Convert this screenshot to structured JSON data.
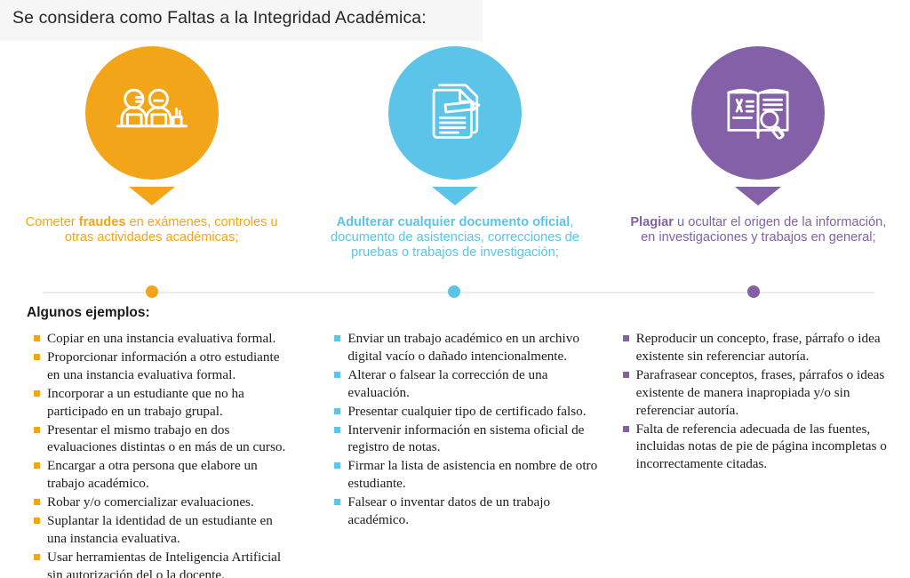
{
  "header": {
    "title": "Se considera como Faltas a la Integridad Académica:",
    "band_color": "#f6f6f6"
  },
  "colors": {
    "orange": "#f3a51a",
    "blue": "#5bc4e8",
    "purple": "#8460a8",
    "divider": "#ececec",
    "text": "#1c1c1c"
  },
  "examples_title": "Algunos ejemplos:",
  "columns": [
    {
      "color": "#f3a51a",
      "icon_name": "two-people-at-desk-icon",
      "caption_bold": "fraudes",
      "caption_pre": "Cometer ",
      "caption_post": " en exámenes, controles u otras actividades académicas;",
      "items": [
        "Copiar en una instancia evaluativa formal.",
        "Proporcionar información a otro estudiante en una instancia evaluativa formal.",
        "Incorporar a un estudiante que no ha participado en un trabajo grupal.",
        "Presentar el mismo trabajo en dos evaluaciones distintas o en más de un curso.",
        "Encargar a otra persona que elabore un trabajo académico.",
        "Robar y/o comercializar evaluaciones.",
        "Suplantar la identidad de un estudiante en una instancia evaluativa.",
        "Usar herramientas de Inteligencia Artificial sin autorización del o la docente."
      ]
    },
    {
      "color": "#5bc4e8",
      "icon_name": "document-pencil-icon",
      "caption_bold": "Adulterar cualquier documento oficial",
      "caption_pre": "",
      "caption_post": ", documento de asistencias, correcciones de pruebas o trabajos de investigación;",
      "items": [
        "Enviar un trabajo académico en un archivo digital vacío o dañado intencionalmente.",
        "Alterar o falsear la corrección de una evaluación.",
        "Presentar cualquier tipo de certificado falso.",
        "Intervenir información en sistema oficial de registro de notas.",
        "Firmar la lista de asistencia en nombre de otro estudiante.",
        "Falsear o inventar datos de un trabajo académico."
      ]
    },
    {
      "color": "#8460a8",
      "icon_name": "open-book-magnifier-icon",
      "caption_bold": "Plagiar",
      "caption_pre": "",
      "caption_post": " u ocultar el origen de la información, en investigaciones y trabajos en general;",
      "items": [
        "Reproducir un concepto, frase, párrafo o idea existente sin referenciar autoría.",
        "Parafrasear conceptos, frases, párrafos o ideas existente de manera inapropiada y/o sin referenciar autoría.",
        "Falta de referencia adecuada de las fuentes, incluidas notas de pie de página incompletas o incorrectamente citadas."
      ]
    }
  ]
}
